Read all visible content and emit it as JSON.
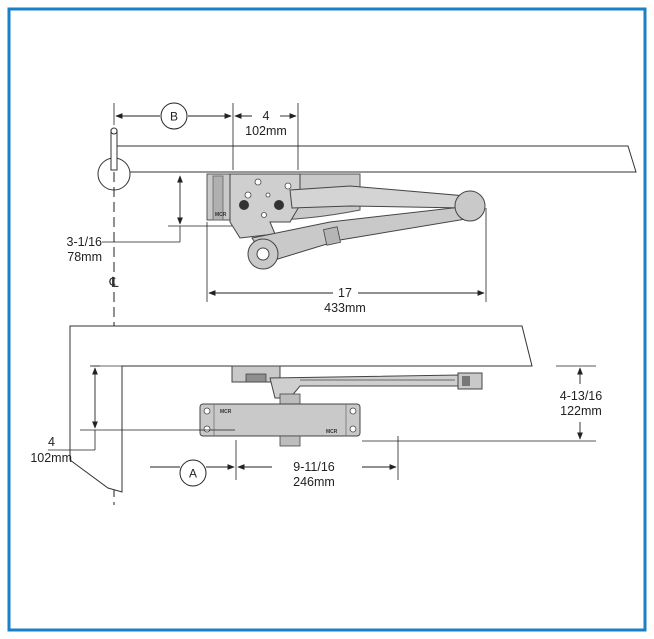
{
  "colors": {
    "border": "#1a82c4",
    "metal": "#c9c9c9",
    "metal_dark": "#8e8e8e",
    "line": "#333333"
  },
  "labels": {
    "callout_b": "B",
    "callout_a": "A",
    "centerline": "℄",
    "brand_mark": "MCR",
    "brand_mark_2": "MCR"
  },
  "dimensions": {
    "top_4_in": "4",
    "top_4_mm": "102mm",
    "top_3_1_16_in": "3-1/16",
    "top_3_1_16_mm": "78mm",
    "top_17_in": "17",
    "top_17_mm": "433mm",
    "bottom_4_in": "4",
    "bottom_4_mm": "102mm",
    "bottom_9_11_16_in": "9-11/16",
    "bottom_9_11_16_mm": "246mm",
    "bottom_4_13_16_in": "4-13/16",
    "bottom_4_13_16_mm": "122mm"
  }
}
